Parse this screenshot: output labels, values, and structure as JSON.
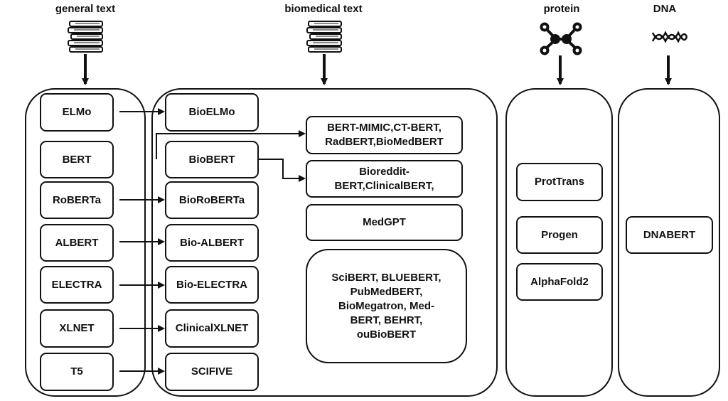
{
  "headers": {
    "general": "general text",
    "biomedical": "biomedical text",
    "protein": "protein",
    "dna": "DNA"
  },
  "icons": {
    "general": "books-stack-icon",
    "biomedical": "books-stack-icon",
    "protein": "molecule-icon",
    "dna": "dna-helix-icon"
  },
  "general_models": [
    "ELMo",
    "BERT",
    "RoBERTa",
    "ALBERT",
    "ELECTRA",
    "XLNET",
    "T5"
  ],
  "bio_models": [
    "BioELMo",
    "BioBERT",
    "BioRoBERTa",
    "Bio-ALBERT",
    "Bio-ELECTRA",
    "ClinicalXLNET",
    "SCIFIVE"
  ],
  "bio_extra": {
    "mimic": "BERT-MIMIC,CT-BERT, RadBERT,BioMedBERT",
    "reddit": "Bioreddit- BERT,ClinicalBERT,",
    "medgpt": "MedGPT",
    "others": "SciBERT, BLUEBERT, PubMedBERT, BioMegatron, Med-BERT, BEHRT, ouBioBERT"
  },
  "protein_models": [
    "ProtTrans",
    "Progen",
    "AlphaFold2"
  ],
  "dna_models": [
    "DNABERT"
  ]
}
